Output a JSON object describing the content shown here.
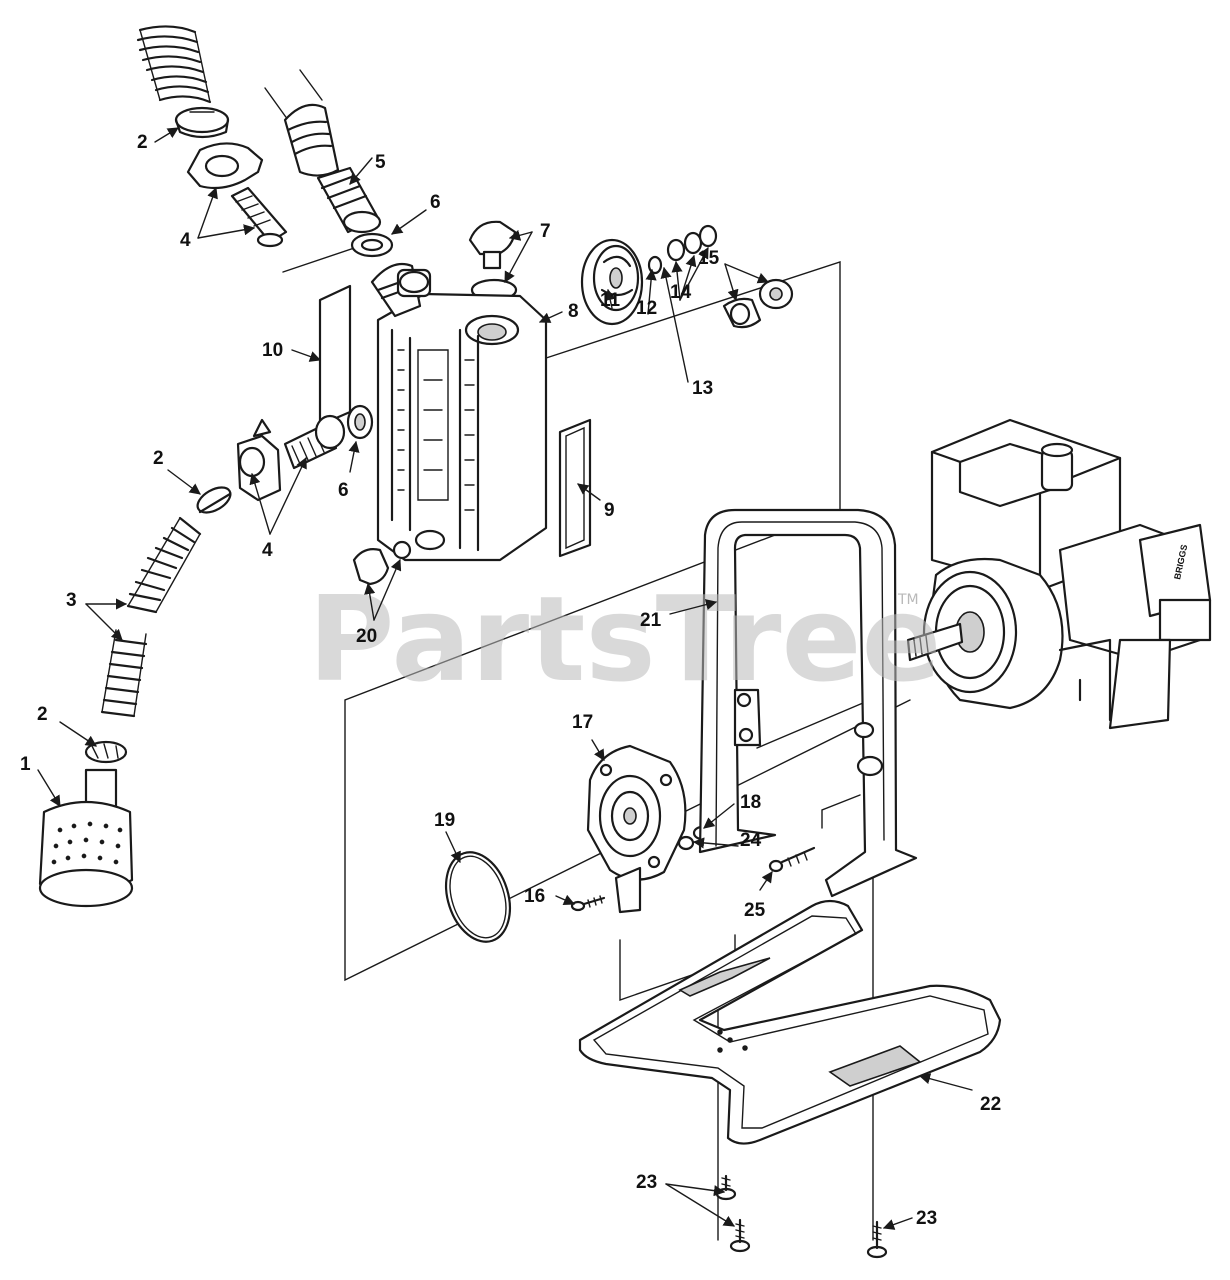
{
  "watermark": {
    "text": "PartsTree",
    "tm": "TM"
  },
  "callouts": [
    "1",
    "2",
    "2",
    "2",
    "3",
    "4",
    "4",
    "5",
    "6",
    "6",
    "7",
    "8",
    "9",
    "10",
    "11",
    "12",
    "13",
    "14",
    "15",
    "16",
    "17",
    "18",
    "19",
    "20",
    "21",
    "22",
    "23",
    "23",
    "24",
    "25"
  ],
  "engine_label": "BRIGGS",
  "colors": {
    "ink": "#1a1a1a",
    "paper": "#ffffff",
    "watermark": "#b9b9b9"
  }
}
